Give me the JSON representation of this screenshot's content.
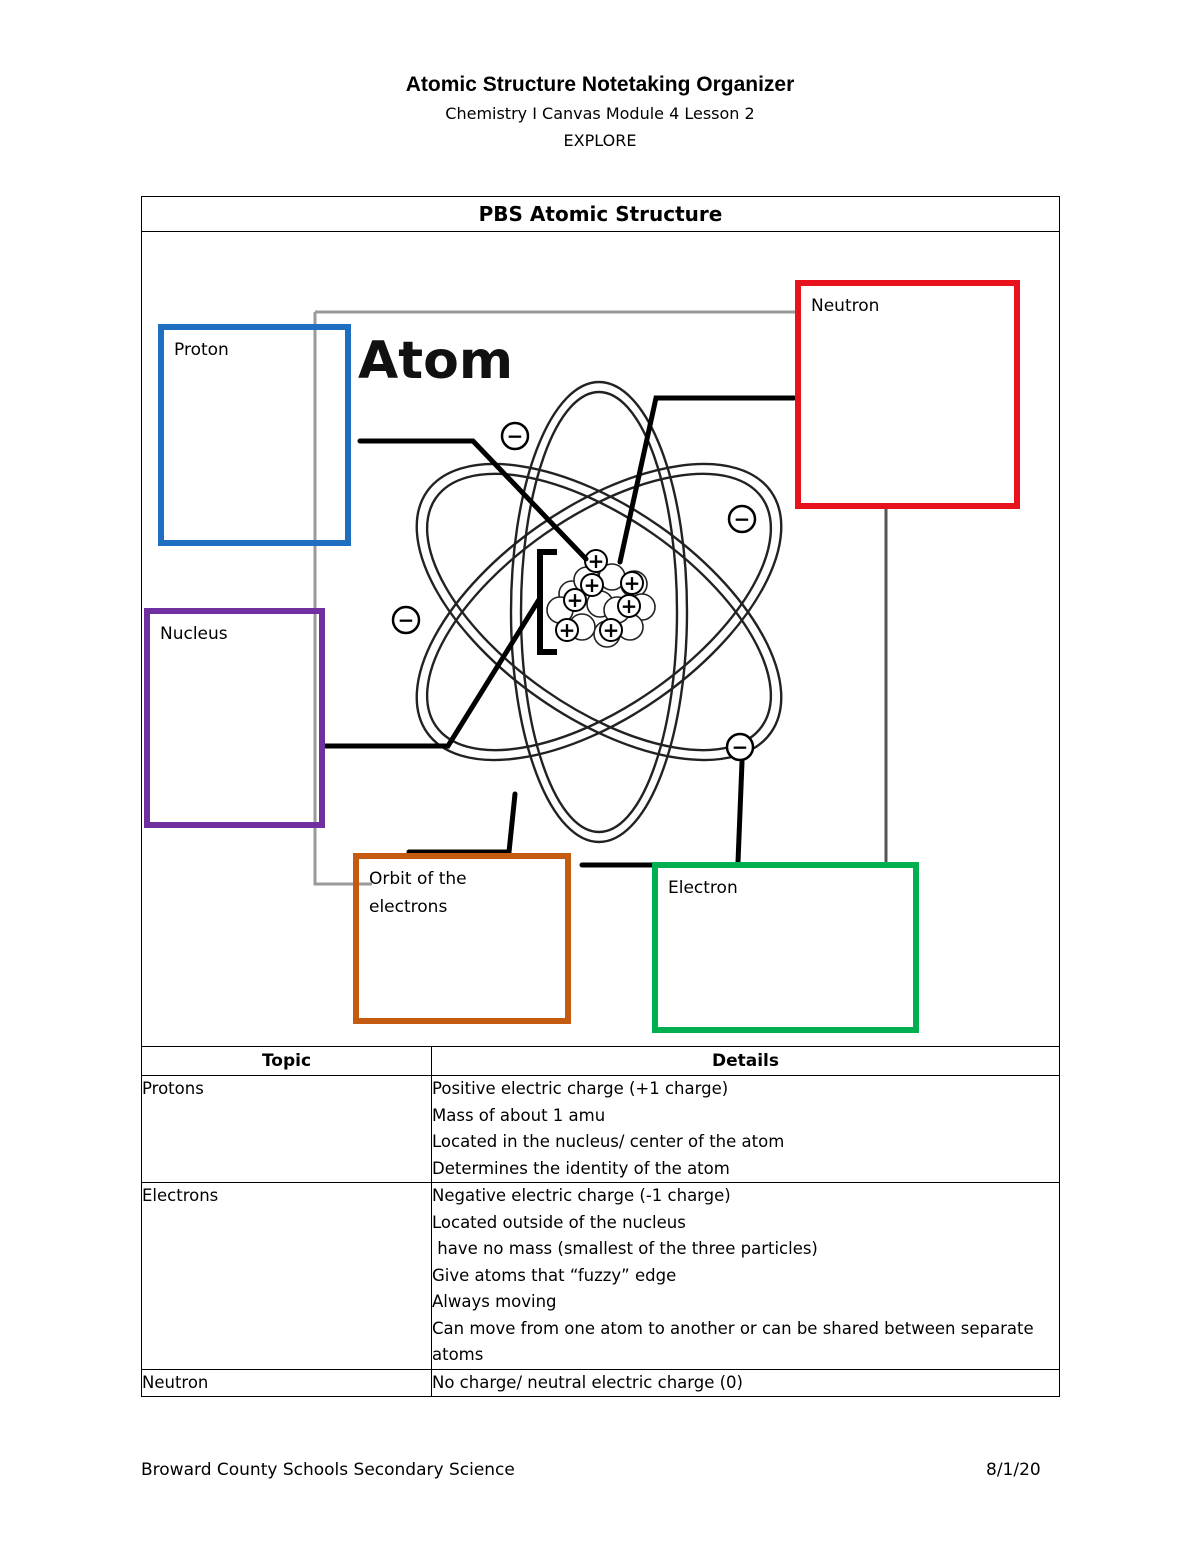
{
  "header": {
    "title": "Atomic Structure Notetaking Organizer",
    "subtitle": "Chemistry I Canvas Module 4 Lesson 2",
    "phase": "EXPLORE"
  },
  "section": {
    "title": "PBS Atomic Structure"
  },
  "diagram": {
    "atom_title": "Atom",
    "boxes": [
      {
        "key": "proton",
        "label": "Proton",
        "color": "#1f6fc0"
      },
      {
        "key": "neutron",
        "label": "Neutron",
        "color": "#e8121c"
      },
      {
        "key": "nucleus",
        "label": "Nucleus",
        "color": "#7030a0"
      },
      {
        "key": "orbit",
        "label": "Orbit of the electrons",
        "color": "#c55a11"
      },
      {
        "key": "electron",
        "label": "Electron",
        "color": "#00b050"
      }
    ],
    "proton_symbol": "+",
    "electron_symbol": "−"
  },
  "table": {
    "headers": {
      "topic": "Topic",
      "details": "Details"
    },
    "rows": [
      {
        "topic": "Protons",
        "details": [
          "Positive electric charge (+1 charge)",
          "Mass of about 1 amu",
          "Located in the nucleus/ center of the atom",
          "Determines the identity of the atom"
        ]
      },
      {
        "topic": "Electrons",
        "details": [
          "Negative electric charge (-1 charge)",
          "Located outside of the nucleus",
          " have no mass (smallest of the three particles)",
          "Give atoms that “fuzzy” edge",
          "Always moving",
          "Can move from one atom to another or can be shared between separate atoms"
        ]
      },
      {
        "topic": "Neutron",
        "details": [
          "No charge/ neutral electric charge (0)"
        ]
      }
    ]
  },
  "footer": {
    "left": "Broward County Schools Secondary Science",
    "right": "8/1/20"
  }
}
